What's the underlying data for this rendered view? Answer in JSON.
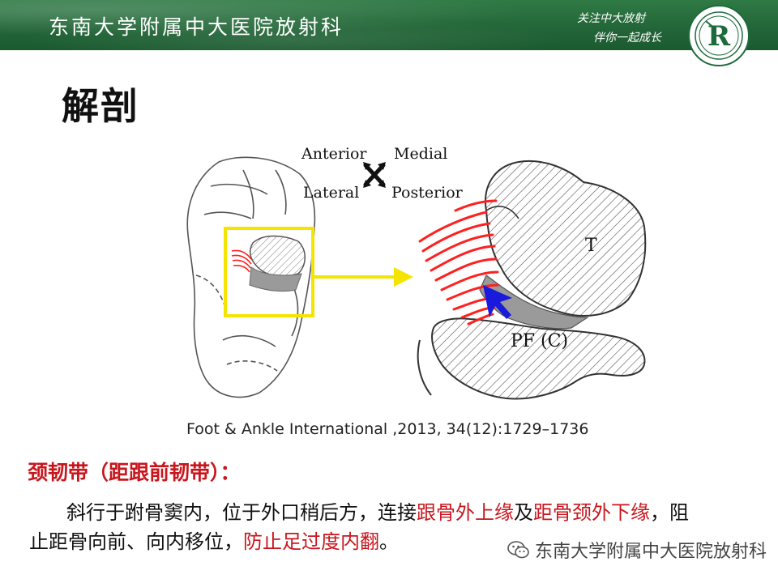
{
  "header": {
    "title": "东南大学附属中大医院放射科",
    "slogan_line1": "关注中大放射",
    "slogan_line2": "伴你一起成长",
    "logo_letter": "R",
    "colors": {
      "bg": "#236638",
      "text": "#ffffff"
    }
  },
  "slide": {
    "heading": "解剖",
    "figure": {
      "labels": {
        "anterior": "Anterior",
        "medial": "Medial",
        "lateral": "Lateral",
        "posterior": "Posterior",
        "talus": "T",
        "pf": "PF (C)"
      },
      "colors": {
        "ligament": "#ff2020",
        "box": "#f5e400",
        "arrow": "#1a1adc",
        "shade": "#9a9a9a"
      }
    },
    "citation": "Foot & Ankle International ,2013, 34(12):1729–1736",
    "subheading": "颈韧带（距跟前韧带）：",
    "paragraph": {
      "p1": "斜行于跗骨窦内，位于外口稍后方，连接",
      "p2_red": "跟骨外上缘",
      "p3": "及",
      "p4_red": "距骨颈外下缘",
      "p5": "，阻",
      "line2_a": "止距骨向前、向内移位，",
      "line2_red": "防止足过度内翻",
      "line2_end": "。"
    }
  },
  "watermark": {
    "text": "东南大学附属中大医院放射科",
    "icon": "wechat-icon"
  }
}
